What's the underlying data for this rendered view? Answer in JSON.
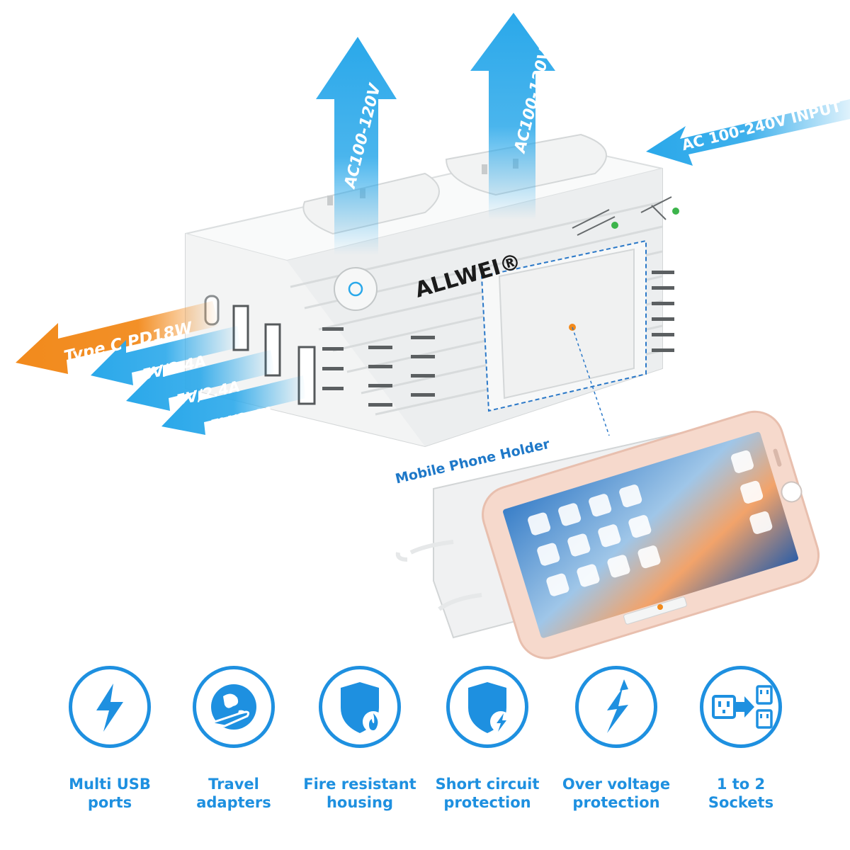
{
  "brand": "ALLWEI®",
  "callouts": {
    "outlet_left": "AC100-120V",
    "outlet_right": "AC100-120V",
    "input": "AC 100-240V INPUT",
    "type_c": "Type C PD18W",
    "usb_1": "5V/2.4A",
    "usb_2": "5V/2.4A",
    "usb_3": "5V/2.4A",
    "phone_holder": "Mobile Phone Holder"
  },
  "colors": {
    "blue": "#1e90e0",
    "arrow_blue": "#2aa8ea",
    "orange": "#f28a1c",
    "device": "#eef0f0"
  },
  "features": [
    {
      "icon": "lightning-icon",
      "line1": "Multi USB",
      "line2": "ports"
    },
    {
      "icon": "globe-airplane-icon",
      "line1": "Travel",
      "line2": "adapters"
    },
    {
      "icon": "shield-fire-icon",
      "line1": "Fire resistant",
      "line2": "housing"
    },
    {
      "icon": "shield-lightning-icon",
      "line1": "Short circuit",
      "line2": "protection"
    },
    {
      "icon": "voltage-bolt-icon",
      "line1": "Over voltage",
      "line2": "protection"
    },
    {
      "icon": "outlet-to-two-sockets-icon",
      "line1": "1 to 2",
      "line2": "Sockets"
    }
  ]
}
